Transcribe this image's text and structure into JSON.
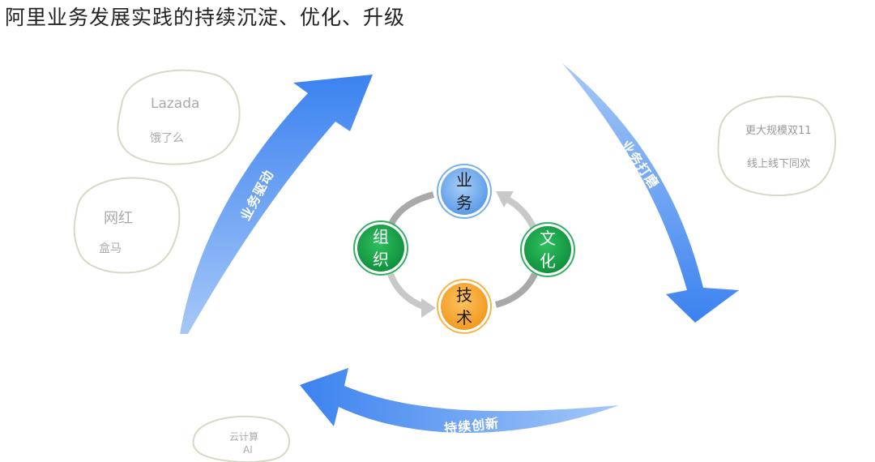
{
  "title": "阿里业务发展实践的持续沉淀、优化、升级",
  "colors": {
    "arrow_light": "#9cc1f6",
    "arrow_dark": "#3b82f0",
    "node_blue": "#6ba7ef",
    "node_green": "#18a04a",
    "node_orange": "#f7a634",
    "cycle_gray": "#b0b0b0",
    "bubble_outline": "#d9d7c6"
  },
  "arrows": {
    "left": "业务驱动",
    "right": "业务打磨",
    "bottom": "持续创新"
  },
  "nodes": {
    "top": [
      "业",
      "务"
    ],
    "left": [
      "组",
      "织"
    ],
    "right": [
      "文",
      "化"
    ],
    "bottom": [
      "技",
      "术"
    ]
  },
  "bubbles": {
    "b1": [
      "Lazada",
      "饿了么"
    ],
    "b2": [
      "网红",
      "盒马"
    ],
    "b3": [
      "更大规模双11",
      "线上线下同欢"
    ],
    "b4": [
      "云计算",
      "AI"
    ]
  }
}
